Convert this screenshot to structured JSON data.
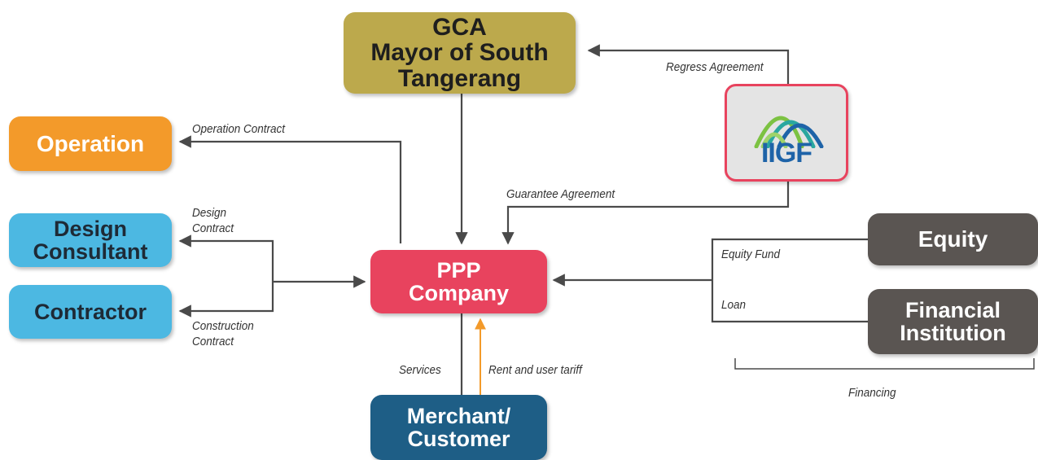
{
  "nodes": {
    "gca": {
      "lines": [
        "GCA",
        "Mayor of South",
        "Tangerang"
      ]
    },
    "operation": {
      "lines": [
        "Operation"
      ]
    },
    "design_consultant": {
      "lines": [
        "Design",
        "Consultant"
      ]
    },
    "contractor": {
      "lines": [
        "Contractor"
      ]
    },
    "ppp_company": {
      "lines": [
        "PPP",
        "Company"
      ]
    },
    "merchant_customer": {
      "lines": [
        "Merchant/",
        "Customer"
      ]
    },
    "iigf": {
      "logo_text": "IIGF"
    },
    "equity": {
      "lines": [
        "Equity"
      ]
    },
    "financial_institution": {
      "lines": [
        "Financial",
        "Institution"
      ]
    }
  },
  "edge_labels": {
    "regress_agreement": "Regress Agreement",
    "operation_contract": "Operation Contract",
    "guarantee_agreement": "Guarantee Agreement",
    "design_contract": [
      "Design",
      "Contract"
    ],
    "construction_contract": [
      "Construction",
      "Contract"
    ],
    "equity_fund": "Equity Fund",
    "loan": "Loan",
    "services": "Services",
    "rent_and_user_tariff": "Rent and user tariff",
    "financing": "Financing"
  },
  "colors": {
    "gca": "#bca94c",
    "operation": "#f39a2a",
    "consultant_contractor": "#4cb8e2",
    "ppp_company": "#e8435e",
    "merchant": "#1e5e86",
    "finance": "#5a5552",
    "iigf_text": "#1e63a8",
    "connector": "#4a4a4a",
    "tariff_arrow": "#f39a2a"
  }
}
